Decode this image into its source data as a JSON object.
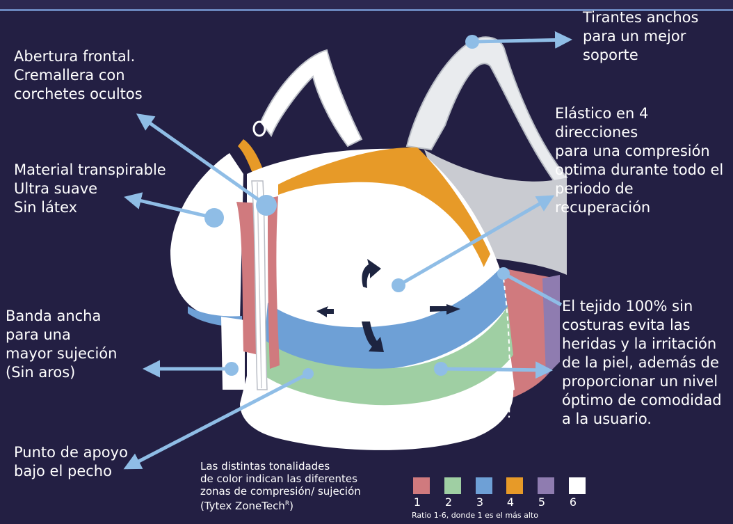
{
  "labels": {
    "straps": "Tirantes anchos\npara un mejor\nsoporte",
    "front": "Abertura frontal.\nCremallera con\ncorchetes ocultos",
    "stretch": "Elástico en 4 direcciones\npara una compresión\noptima durante todo el\nperiodo de\nrecuperación",
    "material": "Material transpirable\nUltra suave\nSin látex",
    "band": "Banda ancha\npara una\nmayor sujeción\n(Sin aros)",
    "seamless": "El tejido 100% sin\ncosturas evita las\nheridas y la irritación\nde la piel, además de\nproporcionar un nivel\nóptimo de comodidad\na la usuario.",
    "support": "Punto de apoyo\nbajo el pecho"
  },
  "note": {
    "text": "Las distintas tonalidades\nde color indican las diferentes\n zonas de compresión/ sujeción\n(Tytex ZoneTech",
    "sup": "R",
    "close": ")"
  },
  "legend": {
    "items": [
      {
        "label": "1",
        "color": "#d07a7e"
      },
      {
        "label": "2",
        "color": "#9fcfa3"
      },
      {
        "label": "3",
        "color": "#6ea0d6"
      },
      {
        "label": "4",
        "color": "#e79a28"
      },
      {
        "label": "5",
        "color": "#8f7cb0"
      },
      {
        "label": "6",
        "color": "#ffffff"
      }
    ],
    "caption": "Ratio 1-6, donde 1 es el más alto"
  },
  "colors": {
    "background": "#231f43",
    "callout": "#8fbde6",
    "zone_pink": "#d07a7e",
    "zone_green": "#9fcfa3",
    "zone_blue": "#6ea0d6",
    "zone_orange": "#e79a28",
    "zone_purple": "#8f7cb0",
    "arrow_dark": "#1d2440"
  }
}
